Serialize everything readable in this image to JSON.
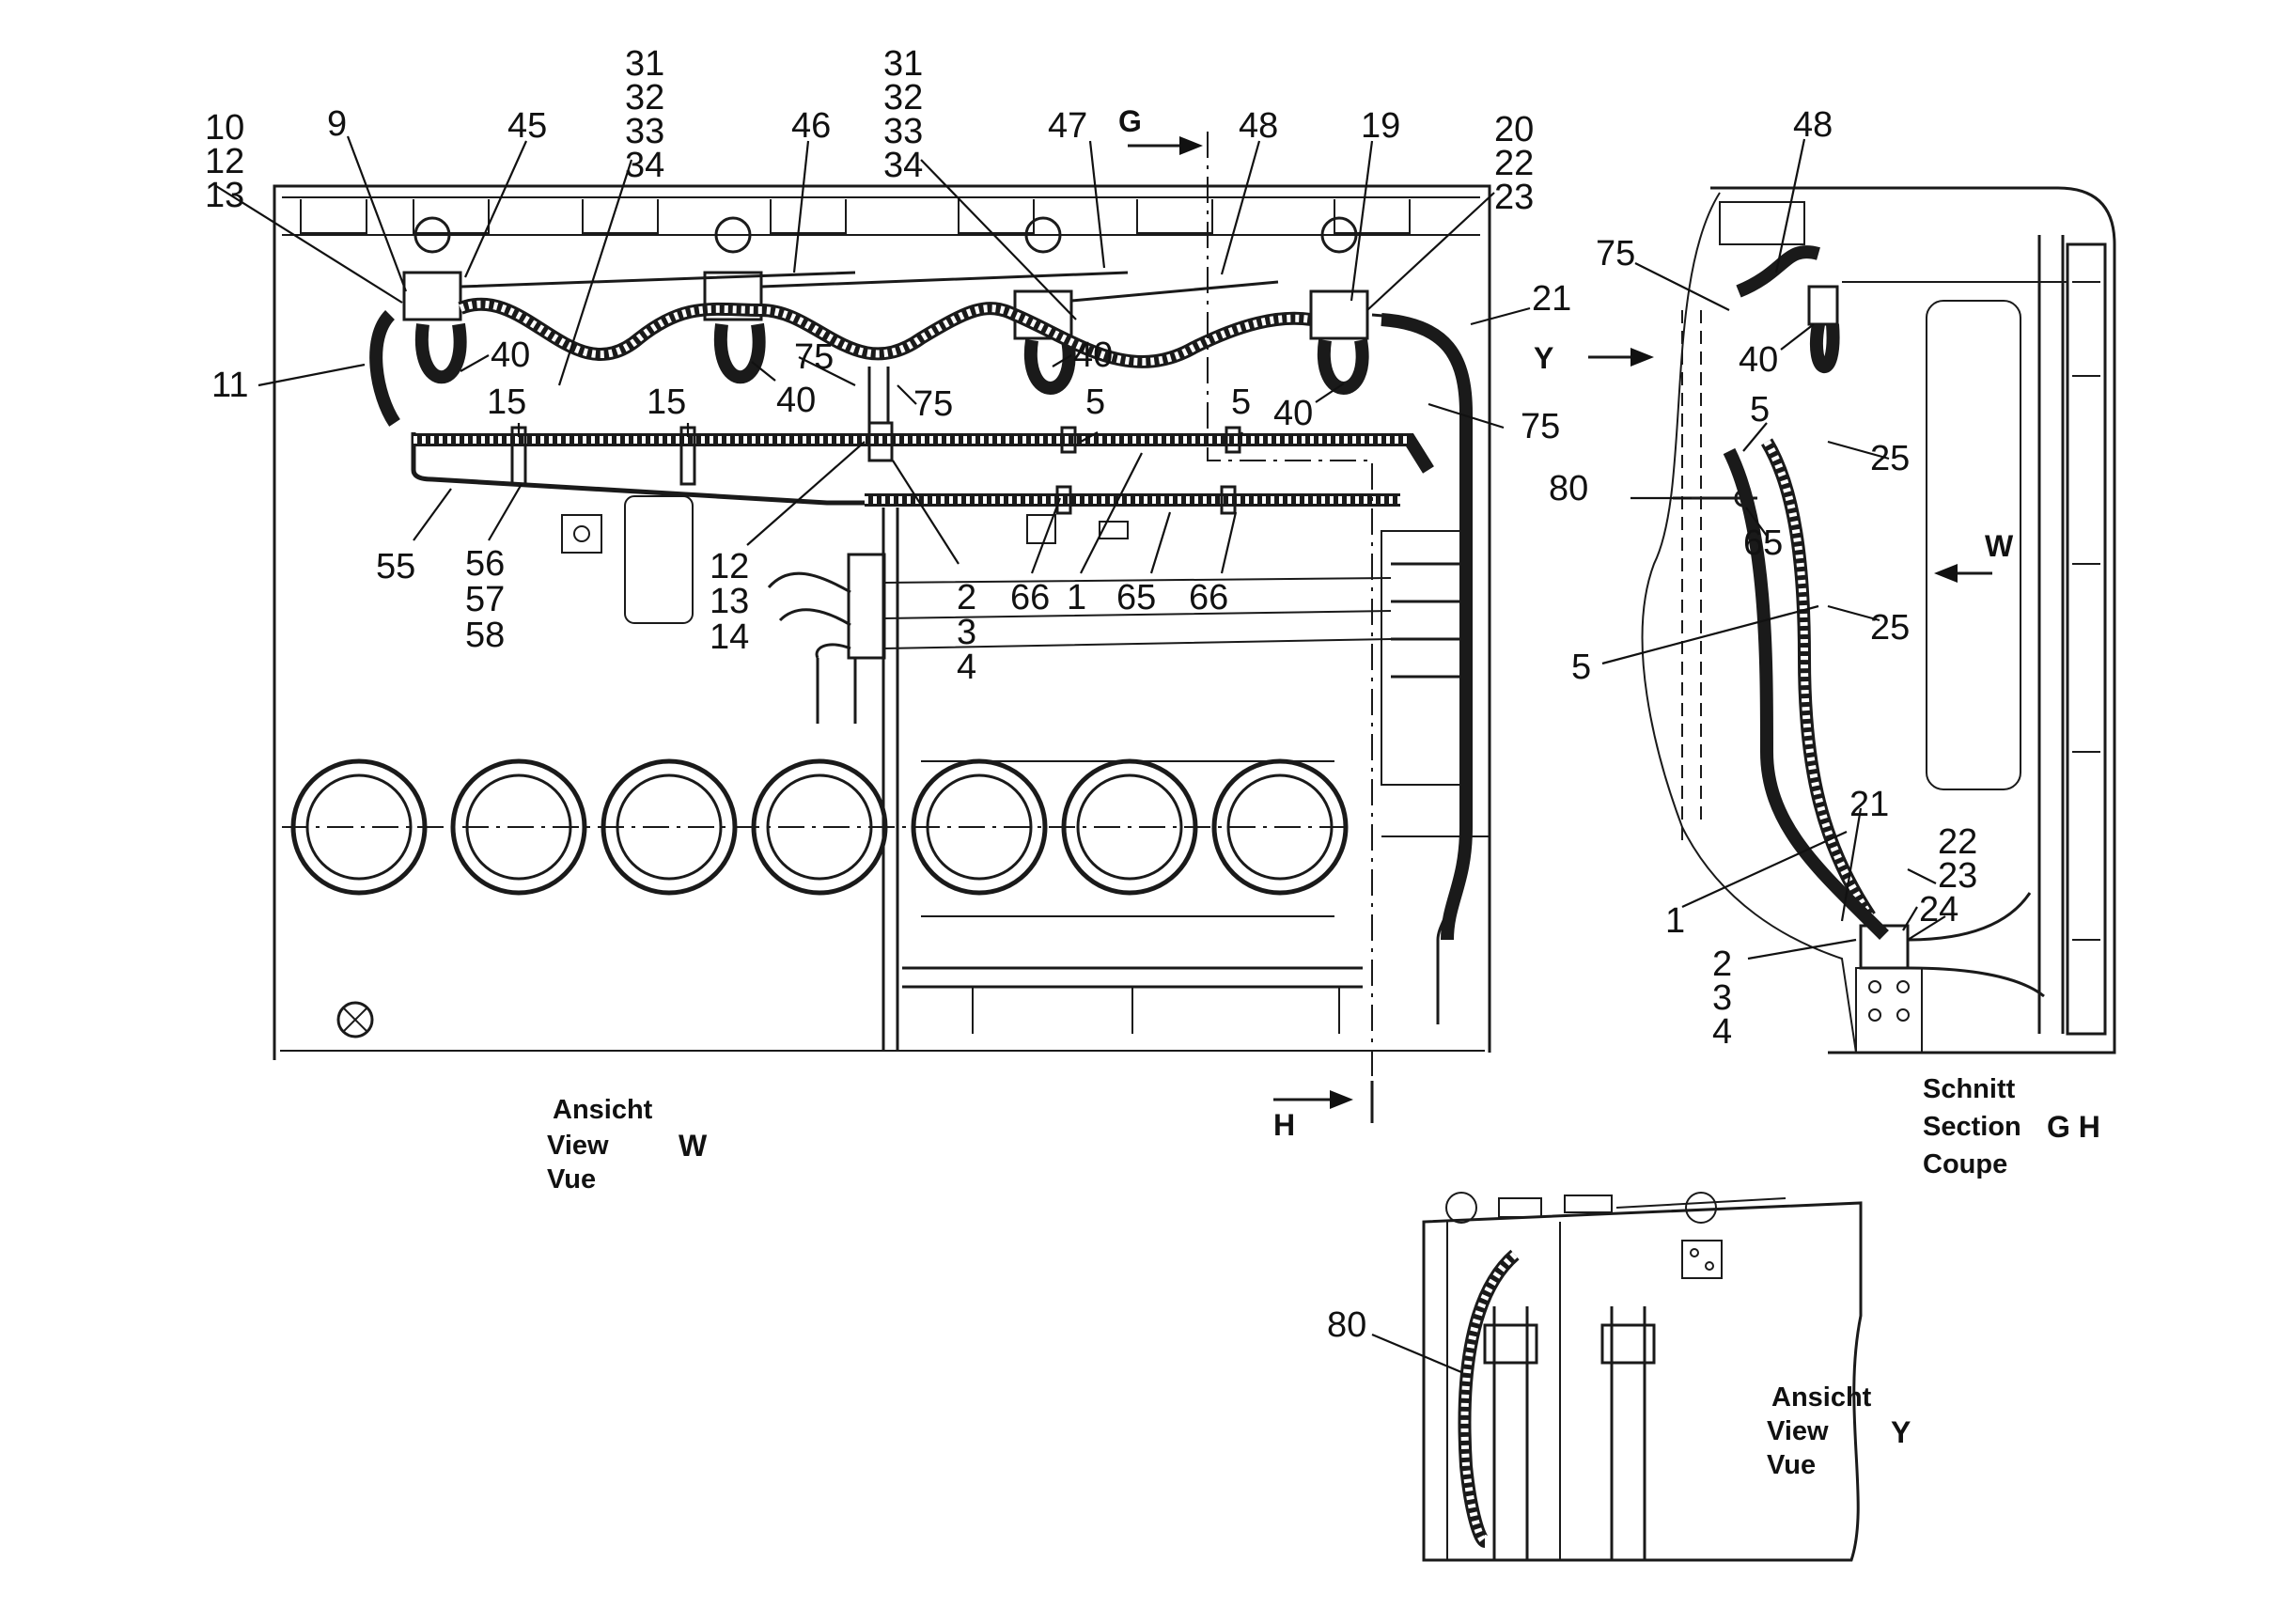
{
  "view_w": {
    "caption_de": "Ansicht",
    "caption_en": "View",
    "caption_fr": "Vue",
    "letter": "W"
  },
  "section_gh": {
    "caption_de": "Schnitt",
    "caption_en": "Section",
    "caption_fr": "Coupe",
    "letters": "G H",
    "arrow_w": "W",
    "arrow_y": "Y"
  },
  "view_y": {
    "caption_de": "Ansicht",
    "caption_en": "View",
    "caption_fr": "Vue",
    "letter": "Y"
  },
  "cut_marks": {
    "g": "G",
    "h": "H"
  },
  "callouts_w": {
    "c10": "10",
    "c12": "12",
    "c13": "13",
    "c9": "9",
    "c45": "45",
    "c31a": "31",
    "c32a": "32",
    "c33a": "33",
    "c34a": "34",
    "c46": "46",
    "c31b": "31",
    "c32b": "32",
    "c33b": "33",
    "c34b": "34",
    "c47": "47",
    "c48": "48",
    "c19": "19",
    "c20": "20",
    "c22": "22",
    "c23": "23",
    "c21": "21",
    "c11": "11",
    "c40a": "40",
    "c40b": "40",
    "c40c": "40",
    "c40d": "40",
    "c75a": "75",
    "c75b": "75",
    "c75c": "75",
    "c15a": "15",
    "c15b": "15",
    "c5a": "5",
    "c5b": "5",
    "c55": "55",
    "c56": "56",
    "c57": "57",
    "c58": "58",
    "c12b": "12",
    "c13b": "13",
    "c14": "14",
    "c2": "2",
    "c3": "3",
    "c4": "4",
    "c66a": "66",
    "c1": "1",
    "c65": "65",
    "c66b": "66"
  },
  "callouts_gh": {
    "c48": "48",
    "c75": "75",
    "c40": "40",
    "c5a": "5",
    "c25a": "25",
    "c80": "80",
    "c65": "65",
    "c25b": "25",
    "c5b": "5",
    "c21": "21",
    "c22": "22",
    "c23": "23",
    "c24": "24",
    "c1": "1",
    "c2": "2",
    "c3": "3",
    "c4": "4"
  },
  "callouts_y": {
    "c80": "80"
  }
}
